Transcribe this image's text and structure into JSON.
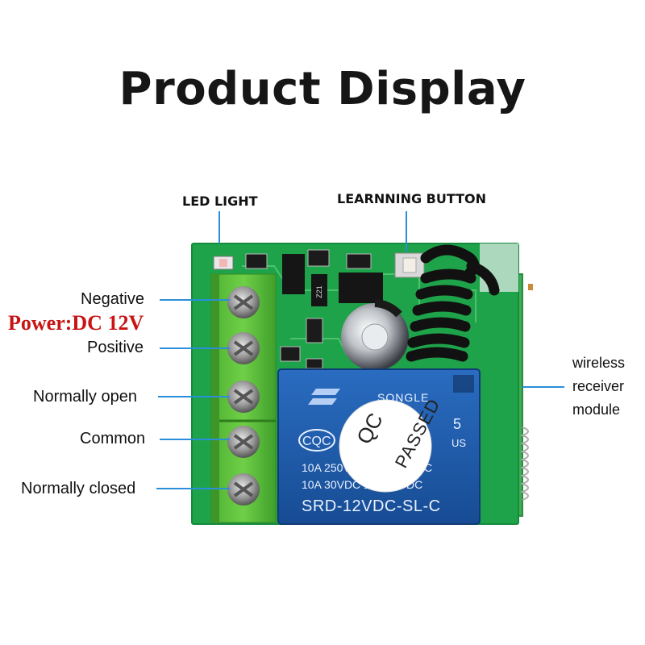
{
  "title": "Product Display",
  "labels": {
    "led_light": "LED LIGHT",
    "learning_button": "LEARNNING BUTTON",
    "negative": "Negative",
    "power": "Power:DC 12V",
    "positive": "Positive",
    "normally_open": "Normally open",
    "common": "Common",
    "normally_closed": "Normally closed",
    "wireless_module": [
      "wireless",
      "receiver",
      "module"
    ]
  },
  "relay": {
    "brand": "SONGLE",
    "rating_1": "10A 250VAC 15A 125VAC",
    "rating_2": "10A 30VDC 10A 28VDC",
    "model": "SRD-12VDC-SL-C",
    "cert_left": "CQC",
    "cert_right": "5",
    "cert_right_sub": "US",
    "stamp_line_1": "QC",
    "stamp_line_2": "PASSED"
  },
  "board": {
    "chip_mark": "Z21"
  },
  "colors": {
    "pcb": "#1fa34a",
    "terminal": "#5cbf3a",
    "relay": "#1f5fb0",
    "line": "#2a8fd8",
    "power_red": "#c81414"
  }
}
